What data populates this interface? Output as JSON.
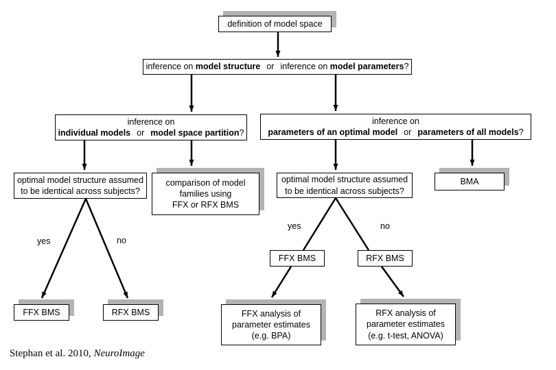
{
  "colors": {
    "background": "#ffffff",
    "box_border": "#000000",
    "box_shadow": "#b3b3b3",
    "line": "#000000"
  },
  "nodes": {
    "definition": {
      "label": "definition of model space"
    },
    "l2": {
      "a": "inference on",
      "bold1": "model structure",
      "or": "or",
      "c": "inference on",
      "bold2": "model parameters",
      "q": "?"
    },
    "l3l": {
      "line1": "inference on",
      "bold1": "individual models",
      "or": "or",
      "bold2": "model space partition",
      "q": "?"
    },
    "l3r": {
      "line1": "inference on",
      "bold1": "parameters of an optimal model",
      "or": "or",
      "bold2": "parameters of all models",
      "q": "?"
    },
    "opt_left": {
      "lines": [
        "optimal model structure assumed",
        "to be identical across subjects?"
      ]
    },
    "comparison": {
      "lines": [
        "comparison of model",
        "families using",
        "FFX or RFX BMS"
      ]
    },
    "opt_right": {
      "lines": [
        "optimal model structure assumed",
        "to be identical across subjects?"
      ]
    },
    "bma": {
      "label": "BMA"
    },
    "ffx_bms_left": {
      "label": "FFX BMS"
    },
    "rfx_bms_left": {
      "label": "RFX BMS"
    },
    "ffx_bms_right": {
      "label": "FFX BMS"
    },
    "rfx_bms_right": {
      "label": "RFX BMS"
    },
    "ffx_analysis": {
      "lines": [
        "FFX analysis of",
        "parameter estimates",
        "(e.g. BPA)"
      ]
    },
    "rfx_analysis": {
      "lines": [
        "RFX analysis of",
        "parameter estimates",
        "(e.g. t-test, ANOVA)"
      ]
    }
  },
  "edge_labels": {
    "yes_left": "yes",
    "no_left": "no",
    "yes_right": "yes",
    "no_right": "no"
  },
  "citation": {
    "plain": "Stephan et al. 2010, ",
    "italic": "NeuroImage"
  }
}
